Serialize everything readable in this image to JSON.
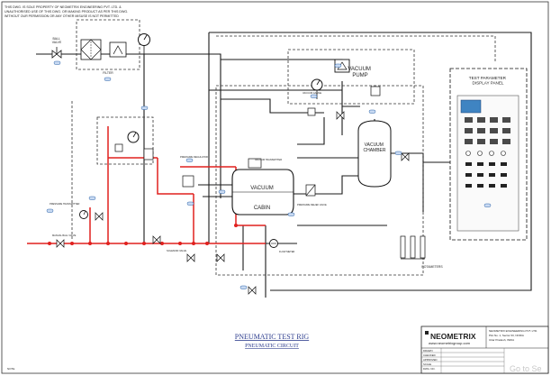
{
  "drawing": {
    "notice_lines": [
      "THIS DWG. IS SOLE PROPERTY OF NEOMETRIX ENGINEERING PVT. LTD. &",
      "UNAUTHORISED USE OF THIS DWG. OR MAKING PRODUCT AS PER THIS DWG.",
      "WITHOUT OUR PERMISSION OR ANY OTHER MISUSE IS NOT PERMITTED"
    ],
    "title_main": "PNEUMATIC TEST RIG",
    "title_sub": "PNEUMATIC CIRCUIT",
    "colors": {
      "air_line": "#e0201e",
      "pipe": "#1a1a1a",
      "tag_fill": "#c9daf2",
      "tag_stroke": "#2a62a8",
      "title": "#2a3a8c",
      "panel_screen": "#3f84c2"
    }
  },
  "labels": {
    "vacuum_pump": "VACUUM\nPUMP",
    "vacuum_chamber": "VACUUM\nCHAMBER",
    "cabin_vacuum": "VACUUM",
    "cabin": "CABIN",
    "display_panel": "TEST PARAMETER\nDISPLAY PANEL",
    "ball_valve": "BALL\nVALVE",
    "filter": "FILTER",
    "pressure_transmitter": "PRESSURE\nTRANSMITTER",
    "manual_ball_valve": "MANUAL\nBALL VALVE",
    "solenoid_valve": "SOLENOID\nVALVE",
    "vacuum_transmitter": "VACUUM\nTRANSMITTER",
    "vacuum_gauge": "VACUUM\nGAUGE",
    "flow_meter": "FLOW\nMETER",
    "pressure_regulator": "PRESSURE\nREGULATOR",
    "press_relief_valve": "PRESSURE\nRELIEF VALVE",
    "rotameters": "ROTAMETERS"
  },
  "title_block": {
    "company": "NEOMETRIX",
    "website": "www.neometrixgroup.com",
    "address_lines": [
      "NEOMETRIX ENGINEERING PVT. LTD.",
      "Plot No. 1, Sector 63, NOIDA",
      "Uttar Pradesh, INDIA"
    ],
    "rows": [
      "DRAWN",
      "CHECKED",
      "APPROVED",
      "SCALE",
      "DWG. NO."
    ]
  },
  "watermark": "Go to Se",
  "corner_note": "NOTE"
}
